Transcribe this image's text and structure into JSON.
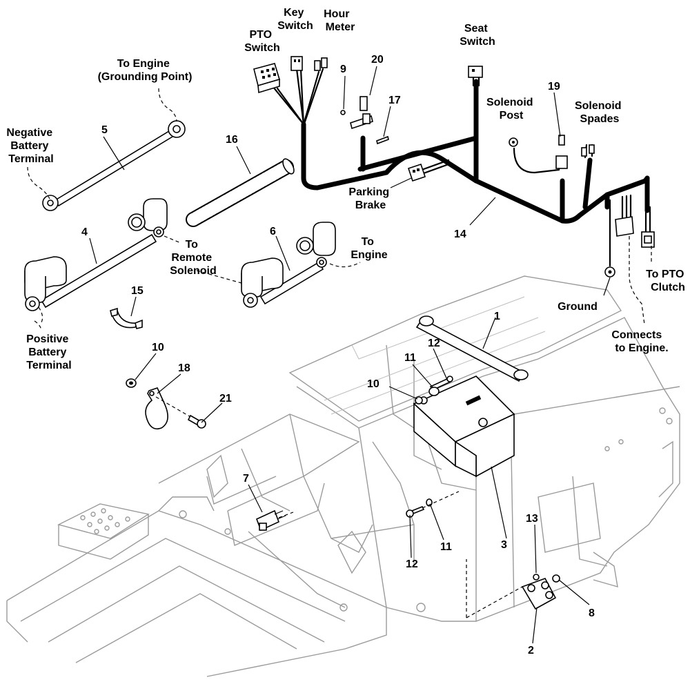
{
  "labels": {
    "key_switch": [
      "Key",
      "Switch"
    ],
    "hour_meter": [
      "Hour",
      "Meter"
    ],
    "pto_switch": [
      "PTO",
      "Switch"
    ],
    "seat_switch": [
      "Seat",
      "Switch"
    ],
    "to_engine_ground": [
      "To Engine",
      "(Grounding Point)"
    ],
    "negative_terminal": [
      "Negative",
      "Battery",
      "Terminal"
    ],
    "solenoid_post": [
      "Solenoid",
      "Post"
    ],
    "solenoid_spades": [
      "Solenoid",
      "Spades"
    ],
    "parking_brake": [
      "Parking",
      "Brake"
    ],
    "to_remote_solenoid": [
      "To",
      "Remote",
      "Solenoid"
    ],
    "to_engine": [
      "To",
      "Engine"
    ],
    "positive_terminal": [
      "Positive",
      "Battery",
      "Terminal"
    ],
    "ground": [
      "Ground"
    ],
    "to_pto_clutch": [
      "To PTO",
      "Clutch"
    ],
    "connects_to_engine": [
      "Connects",
      "to Engine."
    ]
  },
  "callouts": {
    "n1": "1",
    "n2": "2",
    "n3": "3",
    "n4": "4",
    "n5": "5",
    "n6": "6",
    "n7": "7",
    "n8": "8",
    "n9": "9",
    "n10a": "10",
    "n10b": "10",
    "n11a": "11",
    "n11b": "11",
    "n12a": "12",
    "n12b": "12",
    "n13": "13",
    "n14": "14",
    "n15": "15",
    "n16": "16",
    "n17": "17",
    "n18": "18",
    "n19": "19",
    "n20": "20",
    "n21": "21"
  }
}
